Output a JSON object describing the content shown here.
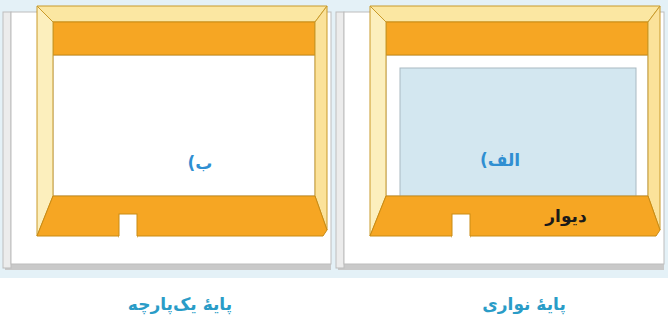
{
  "diagram": {
    "labels": [
      "ب)",
      "پایهٔ یک‌پارچه",
      "الف)",
      "دیوار",
      "پایهٔ نواری"
    ]
  }
}
